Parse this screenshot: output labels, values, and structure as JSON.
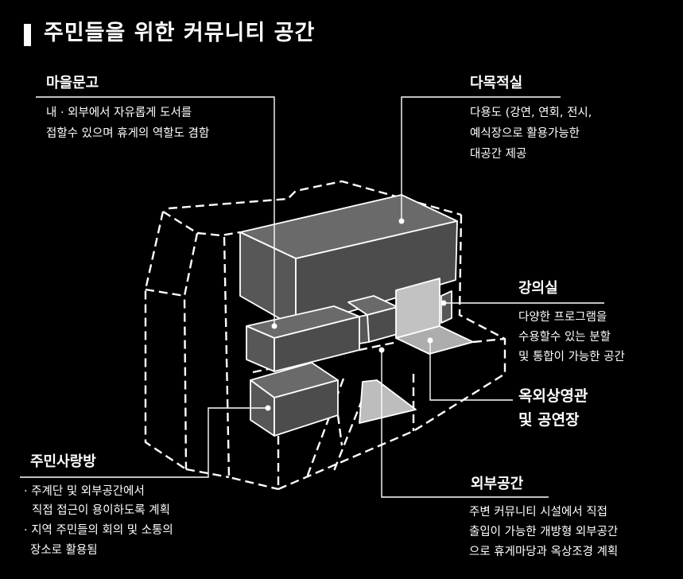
{
  "title": "주민들을 위한 커뮤니티 공간",
  "callouts": {
    "library": {
      "title": "마을문고",
      "lines": [
        "내 · 외부에서 자유롭게 도서를",
        "접할수 있으며 휴게의 역할도 겸함"
      ]
    },
    "multipurpose": {
      "title": "다목적실",
      "lines": [
        "다용도 (강연, 연회, 전시,",
        "예식장으로 활용가능한",
        "대공간 제공"
      ]
    },
    "lecture": {
      "title": "강의실",
      "lines": [
        "다양한 프로그램을",
        "수용할수 있는 분할",
        "및 통합이 가능한 공간"
      ]
    },
    "cinema": {
      "title_lines": [
        "옥외상영관",
        "및 공연장"
      ]
    },
    "lounge": {
      "title": "주민사랑방",
      "lines": [
        "· 주계단 및 외부공간에서",
        "직접 접근이 용이하도록 계획",
        "· 지역 주민들의 회의 및 소통의",
        "장소로 활용됨"
      ]
    },
    "outdoor": {
      "title": "외부공간",
      "lines": [
        "주변 커뮤니티 시설에서 직접",
        "출입이 가능한 개방형 외부공간",
        "으로 휴게마당과 옥상조경 계획"
      ]
    }
  },
  "colors": {
    "background": "#000000",
    "text": "#ffffff",
    "volume": "#4c4c4c",
    "panel": "#c2c2c2"
  }
}
